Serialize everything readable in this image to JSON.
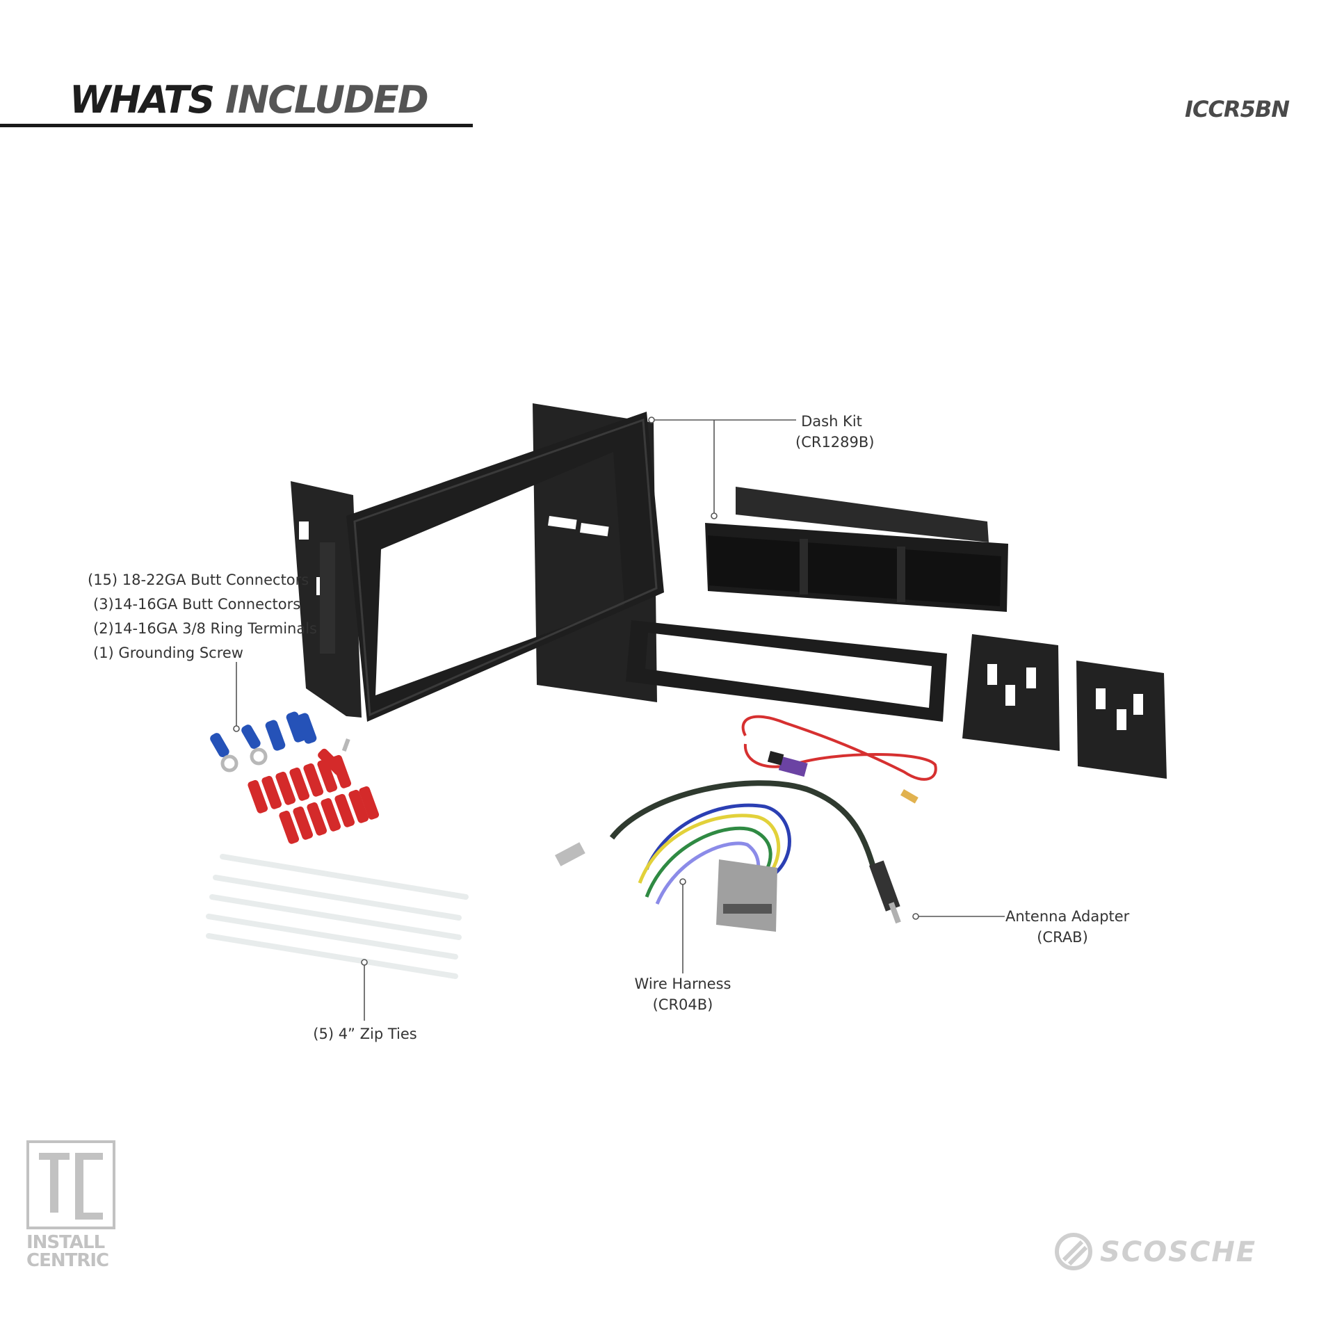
{
  "header": {
    "title_word1": "WHATS",
    "title_word2": "INCLUDED",
    "model": "ICCR5BN"
  },
  "labels": {
    "dash_kit": {
      "line1": "Dash Kit",
      "line2": "(CR1289B)"
    },
    "connectors": {
      "line1": "(15) 18-22GA Butt Connectors",
      "line2": "(3)14-16GA Butt Connectors",
      "line3": "(2)14-16GA 3/8 Ring Terminals",
      "line4": "(1) Grounding Screw"
    },
    "zip_ties": {
      "line1": "(5) 4” Zip Ties"
    },
    "wire_harness": {
      "line1": "Wire Harness",
      "line2": "(CR04B)"
    },
    "antenna": {
      "line1": "Antenna Adapter",
      "line2": "(CRAB)"
    }
  },
  "logos": {
    "install_centric": {
      "line1": "INSTALL",
      "line2": "CENTRIC"
    },
    "scosche": {
      "word": "SCOSCHE"
    }
  },
  "colors": {
    "kit_black": "#1c1c1c",
    "connector_red": "#d42a2a",
    "connector_blue": "#2552b8",
    "harness_gray": "#9a9a9a"
  }
}
